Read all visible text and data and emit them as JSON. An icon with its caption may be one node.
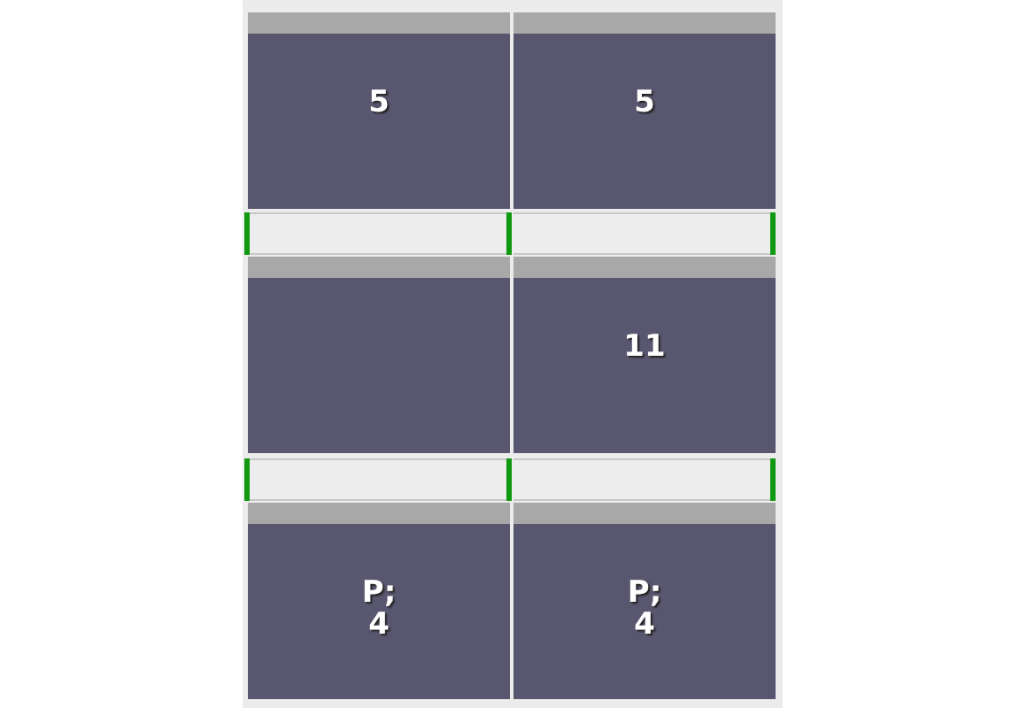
{
  "diagram": {
    "nodes": [
      {
        "text": [
          "5"
        ]
      },
      {
        "text": [
          "5"
        ]
      },
      {
        "text": [],
        "shape": "bar"
      },
      {
        "text": [],
        "shape": "bar"
      },
      {
        "text": [],
        "shape": "box"
      },
      {
        "text": [
          "11"
        ]
      },
      {
        "text": [],
        "shape": "bar"
      },
      {
        "text": [],
        "shape": "bar"
      },
      {
        "text": [
          "P; 4"
        ]
      },
      {
        "text": [
          "P; 4"
        ]
      }
    ]
  }
}
